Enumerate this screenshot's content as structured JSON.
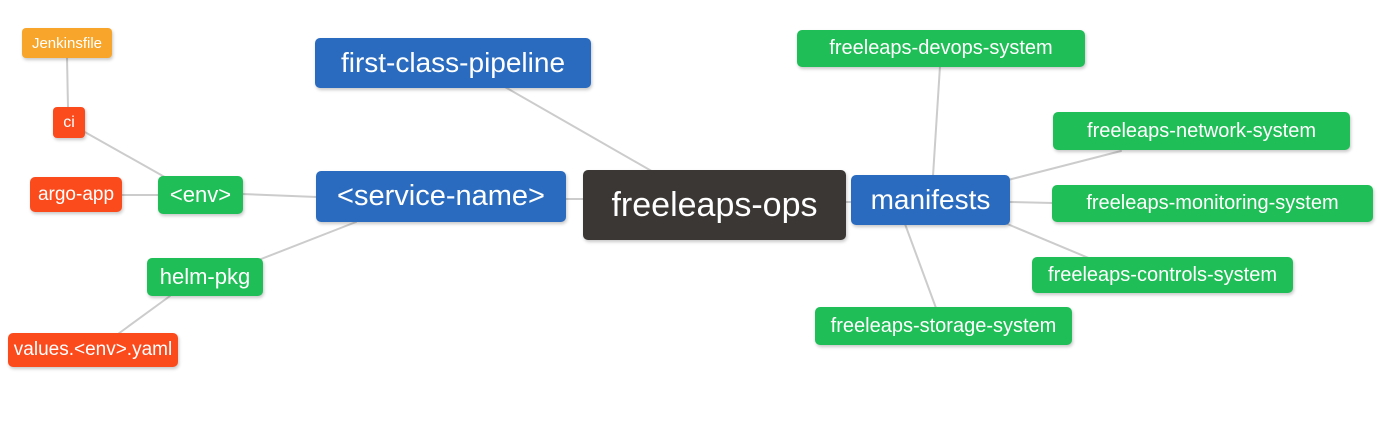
{
  "diagram": {
    "type": "mindmap",
    "root_id": "freeleaps_ops",
    "colors": {
      "root_bg": "#3b3734",
      "branch_bg": "#2a6bbf",
      "leaf_green_bg": "#1fbe56",
      "leaf_red_bg": "#fb4b1d",
      "leaf_orange_bg": "#f7a62b",
      "edge": "#cccccc",
      "node_text": "#ffffff",
      "background": "#ffffff"
    }
  },
  "nodes": {
    "freeleaps_ops": {
      "label": "freeleaps-ops",
      "level": "root",
      "color": "#3b3734"
    },
    "first_class_pipeline": {
      "label": "first-class-pipeline",
      "level": "branch",
      "color": "#2a6bbf"
    },
    "service_name": {
      "label": "<service-name>",
      "level": "branch",
      "color": "#2a6bbf"
    },
    "manifests": {
      "label": "manifests",
      "level": "branch",
      "color": "#2a6bbf"
    },
    "env": {
      "label": "<env>",
      "level": "leaf",
      "color": "#1fbe56"
    },
    "helm_pkg": {
      "label": "helm-pkg",
      "level": "leaf",
      "color": "#1fbe56"
    },
    "ci": {
      "label": "ci",
      "level": "leaf",
      "color": "#fb4b1d"
    },
    "argo_app": {
      "label": "argo-app",
      "level": "leaf",
      "color": "#fb4b1d"
    },
    "jenkinsfile": {
      "label": "Jenkinsfile",
      "level": "leaf",
      "color": "#f7a62b"
    },
    "values_env_yaml": {
      "label": "values.<env>.yaml",
      "level": "leaf",
      "color": "#fb4b1d"
    },
    "devops_system": {
      "label": "freeleaps-devops-system",
      "level": "leaf",
      "color": "#1fbe56"
    },
    "network_system": {
      "label": "freeleaps-network-system",
      "level": "leaf",
      "color": "#1fbe56"
    },
    "monitoring_system": {
      "label": "freeleaps-monitoring-system",
      "level": "leaf",
      "color": "#1fbe56"
    },
    "controls_system": {
      "label": "freeleaps-controls-system",
      "level": "leaf",
      "color": "#1fbe56"
    },
    "storage_system": {
      "label": "freeleaps-storage-system",
      "level": "leaf",
      "color": "#1fbe56"
    }
  },
  "edges": [
    {
      "from": "jenkinsfile",
      "to": "ci"
    },
    {
      "from": "ci",
      "to": "env"
    },
    {
      "from": "argo_app",
      "to": "env"
    },
    {
      "from": "env",
      "to": "service_name"
    },
    {
      "from": "helm_pkg",
      "to": "service_name"
    },
    {
      "from": "values_env_yaml",
      "to": "helm_pkg"
    },
    {
      "from": "first_class_pipeline",
      "to": "freeleaps_ops"
    },
    {
      "from": "service_name",
      "to": "freeleaps_ops"
    },
    {
      "from": "freeleaps_ops",
      "to": "manifests"
    },
    {
      "from": "manifests",
      "to": "devops_system"
    },
    {
      "from": "manifests",
      "to": "network_system"
    },
    {
      "from": "manifests",
      "to": "monitoring_system"
    },
    {
      "from": "manifests",
      "to": "controls_system"
    },
    {
      "from": "manifests",
      "to": "storage_system"
    }
  ]
}
